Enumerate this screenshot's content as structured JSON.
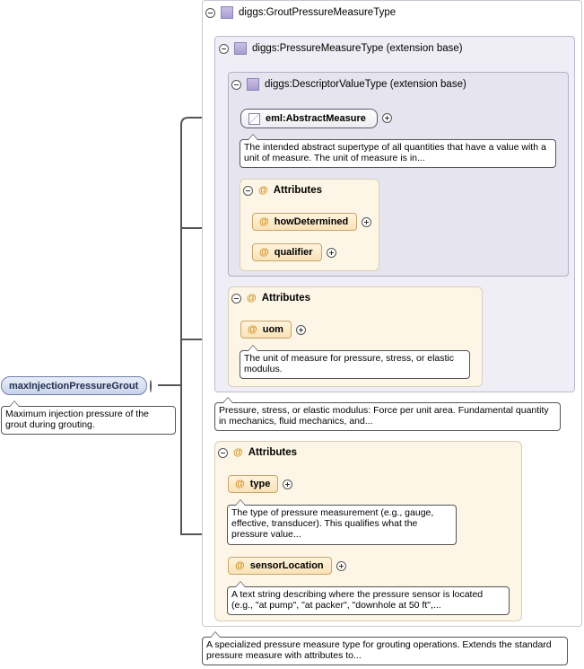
{
  "root_element": {
    "name": "maxInjectionPressureGrout",
    "doc": "Maximum injection pressure of the grout during grouting."
  },
  "grout_type": {
    "name": "diggs:GroutPressureMeasureType",
    "doc": "A specialized pressure measure type for grouting operations. Extends the standard pressure measure with attributes to..."
  },
  "pressure_type": {
    "name": "diggs:PressureMeasureType (extension base)",
    "doc": "Pressure, stress, or elastic modulus: Force per unit area. Fundamental quantity in mechanics, fluid mechanics, and..."
  },
  "descriptor_type": {
    "name": "diggs:DescriptorValueType (extension base)"
  },
  "abstract_measure": {
    "name": "eml:AbstractMeasure",
    "doc": "The intended abstract supertype of all quantities that have a value with a unit of measure. The unit of measure is in..."
  },
  "descriptor_attributes": {
    "label": "Attributes",
    "items": [
      {
        "name": "howDetermined"
      },
      {
        "name": "qualifier"
      }
    ]
  },
  "pressure_attributes": {
    "label": "Attributes",
    "items": [
      {
        "name": "uom",
        "doc": "The unit of measure for pressure, stress, or elastic modulus."
      }
    ]
  },
  "grout_attributes": {
    "label": "Attributes",
    "items": [
      {
        "name": "type",
        "doc": "The type of pressure measurement (e.g., gauge, effective, transducer). This qualifies what the pressure value..."
      },
      {
        "name": "sensorLocation",
        "doc": "A text string describing where the pressure sensor is located (e.g., \"at pump\", \"at packer\", \"downhole at 50 ft\",..."
      }
    ]
  },
  "attribute_symbol": "@",
  "colors": {
    "connector": "#555555",
    "element_fill": "#c8d3ea",
    "attribute_fill": "#f8e2b6",
    "attribute_group_fill": "#fdf6e6",
    "type_fill": "#efeef6"
  }
}
